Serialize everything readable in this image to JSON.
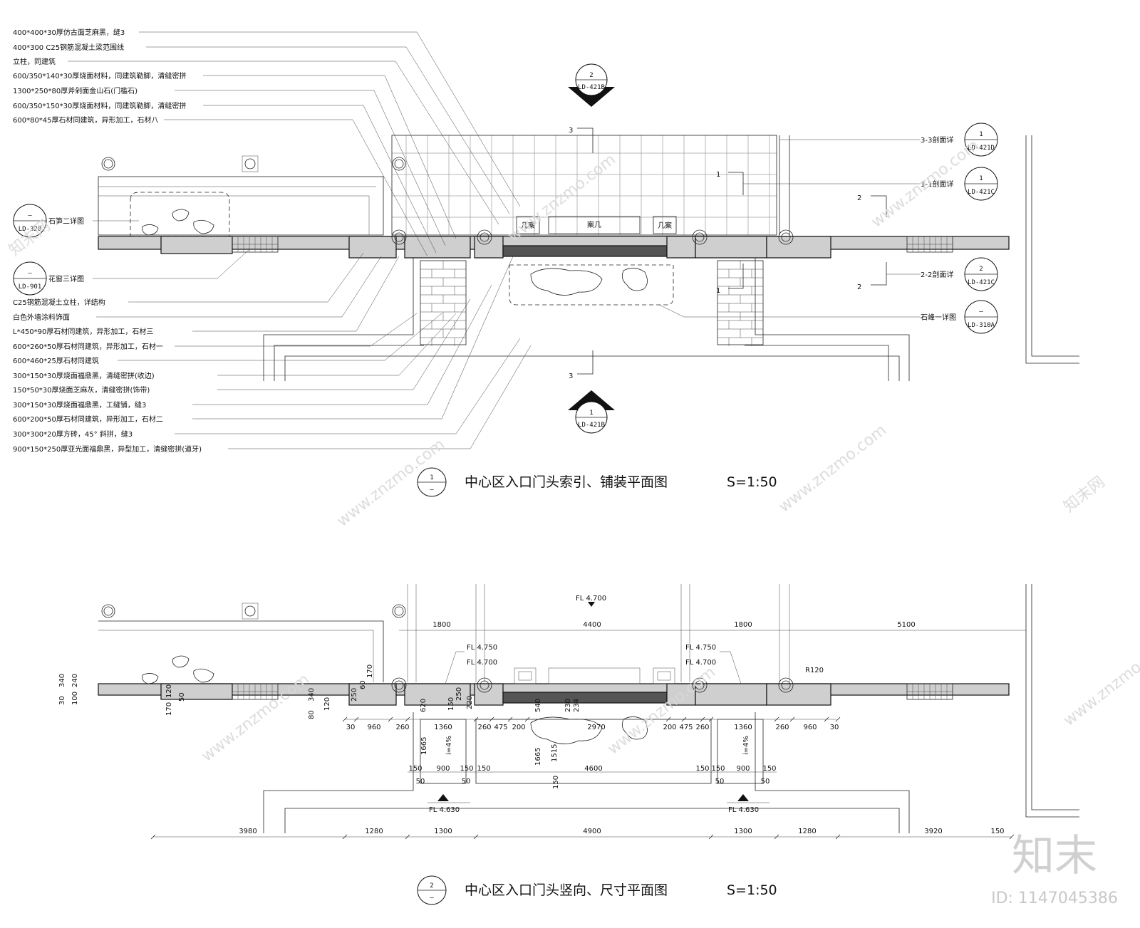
{
  "plan1": {
    "title": "中心区入口门头索引、铺装平面图",
    "scale": "S=1:50",
    "drawing_no_top": "1",
    "drawing_no_bottom": "—",
    "left_notes": [
      "400*400*30厚仿古面芝麻黑，缝3",
      "400*300 C25钢筋混凝土梁范围线",
      "立柱，同建筑",
      "600/350*140*30厚烧面材料，同建筑勒脚，清缝密拼",
      "1300*250*80厚斧剁面金山石(门槛石)",
      "600/350*150*30厚烧面材料，同建筑勒脚，清缝密拼",
      "600*80*45厚石材同建筑，异形加工，石材八"
    ],
    "bottom_notes": [
      "C25钢筋混凝土立柱，详结构",
      "白色外墙涂料饰面",
      "L*450*90厚石材同建筑，异形加工，石材三",
      "600*260*50厚石材同建筑，异形加工，石材一",
      "600*460*25厚石材同建筑",
      "300*150*30厚烧面福鼎黑，清缝密拼(收边)",
      "150*50*30厚烧面芝麻灰，清缝密拼(饰带)",
      "300*150*30厚烧面福鼎黑，工缝铺，缝3",
      "600*200*50厚石材同建筑，异形加工，石材二",
      "300*300*20厚方砖，45° 斜拼，缝3",
      "900*150*250厚亚光面福鼎黑，异型加工，清缝密拼(道牙)"
    ],
    "callouts_left": [
      {
        "label": "石笋二详图",
        "top": "—",
        "ref": "LD-320"
      },
      {
        "label": "花窗三详图",
        "top": "—",
        "ref": "LD-901"
      }
    ],
    "callouts_right": [
      {
        "label": "3-3剖面详",
        "top": "1",
        "ref": "LD-421D"
      },
      {
        "label": "1-1剖面详",
        "top": "1",
        "ref": "LD-421C"
      },
      {
        "label": "2-2剖面详",
        "top": "2",
        "ref": "LD-421C"
      },
      {
        "label": "石峰一详图",
        "top": "—",
        "ref": "LD-310A"
      }
    ],
    "section_top": {
      "num": "2",
      "ref": "LD-421B"
    },
    "section_bottom": {
      "num": "1",
      "ref": "LD-421B"
    },
    "cut_labels": {
      "c3": "3",
      "c1": "1",
      "c2": "2"
    },
    "furniture": {
      "left_table": "几案",
      "right_table": "几案",
      "center": "案几"
    }
  },
  "plan2": {
    "title": "中心区入口门头竖向、尺寸平面图",
    "scale": "S=1:50",
    "drawing_no_top": "2",
    "drawing_no_bottom": "—",
    "levels": {
      "top": "FL 4.700",
      "left_a": "FL 4.750",
      "left_b": "FL 4.700",
      "right_a": "FL 4.750",
      "right_b": "FL 4.700",
      "bottom_left": "FL 4.630",
      "bottom_right": "FL 4.630"
    },
    "radius": "R120",
    "slope": "i=4%",
    "top_dims": [
      "1800",
      "4400",
      "1800",
      "5100"
    ],
    "row_dims": [
      "30",
      "960",
      "260",
      "1360",
      "260",
      "475",
      "200",
      "2970",
      "200",
      "475",
      "260",
      "1360",
      "260",
      "960",
      "30"
    ],
    "bottom_dims": [
      "3980",
      "1280",
      "1300",
      "4900",
      "1300",
      "1280",
      "3920"
    ],
    "inner_dims": [
      "150",
      "900",
      "150",
      "150",
      "4600",
      "150",
      "150",
      "900",
      "150"
    ],
    "small_dims": [
      "50",
      "50",
      "50",
      "50",
      "150",
      "1665",
      "1665",
      "1515",
      "620",
      "540",
      "150",
      "250",
      "220",
      "230",
      "234",
      "30",
      "340",
      "100",
      "240",
      "80",
      "340",
      "120",
      "170",
      "120",
      "50",
      "250",
      "60",
      "170",
      "150"
    ]
  },
  "watermark": {
    "brand": "知末",
    "id": "ID: 1147045386",
    "site": "www.znzmo.com",
    "logo": "知末网"
  }
}
